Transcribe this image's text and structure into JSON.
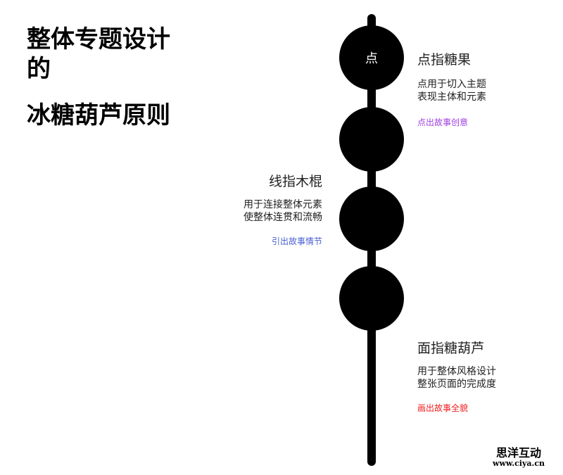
{
  "title": {
    "line1": "整体专题设计",
    "line2": "的",
    "line3": "冰糖葫芦原则"
  },
  "balls": [
    {
      "label": "点"
    },
    {
      "label": ""
    },
    {
      "label": ""
    },
    {
      "label": ""
    }
  ],
  "point": {
    "heading": "点指糖果",
    "desc1": "点用于切入主题",
    "desc2": "表现主体和元素",
    "tag": "点出故事创意",
    "tag_color": "#a040e0"
  },
  "line": {
    "heading": "线指木棍",
    "desc1": "用于连接整体元素",
    "desc2": "使整体连贯和流畅",
    "tag": "引出故事情节",
    "tag_color": "#4a5fd0"
  },
  "face": {
    "heading": "面指糖葫芦",
    "desc1": "用于整体风格设计",
    "desc2": "整张页面的完成度",
    "tag": "画出故事全貌",
    "tag_color": "#f02020"
  },
  "watermark": {
    "name": "思洋互动",
    "url": "www.ciya.cn"
  }
}
